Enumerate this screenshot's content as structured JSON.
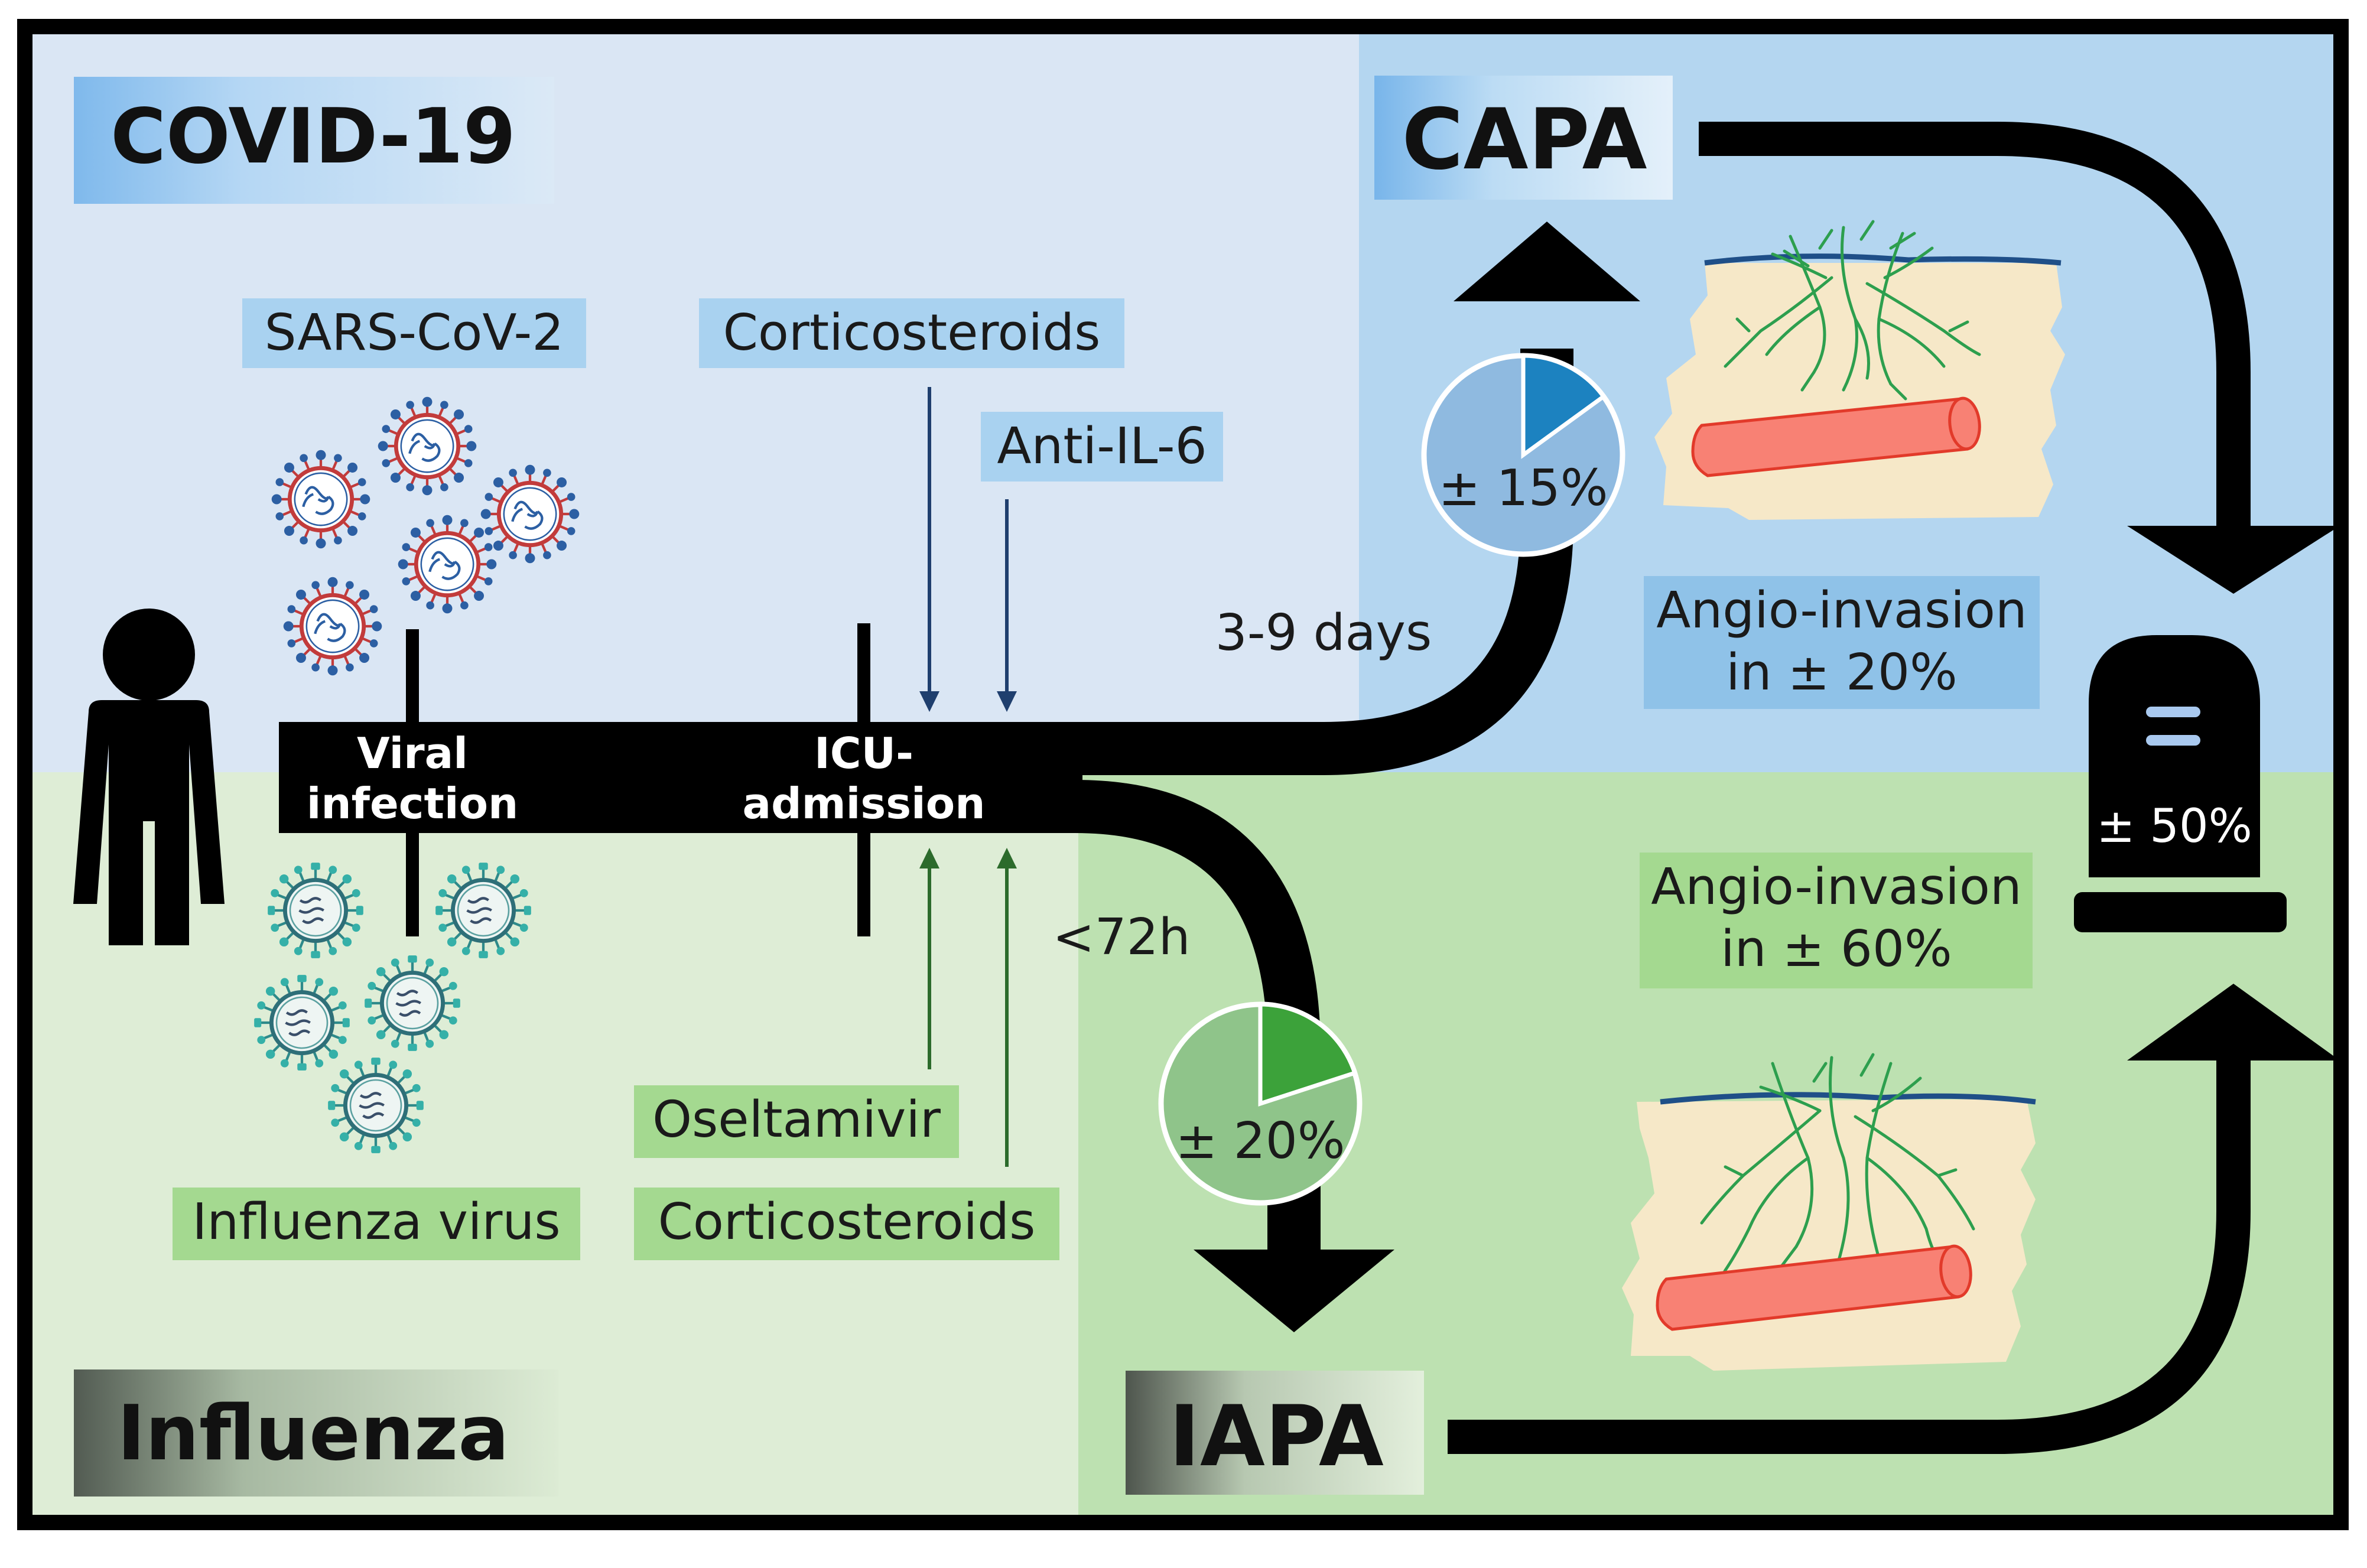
{
  "regions": {
    "covid": {
      "title": "COVID-19"
    },
    "influenza": {
      "title": "Influenza"
    }
  },
  "labels": {
    "sars_cov_2": "SARS-CoV-2",
    "influenza_virus": "Influenza virus",
    "corticosteroids_top": "Corticosteroids",
    "anti_il6": "Anti-IL-6",
    "oseltamivir": "Oseltamivir",
    "corticosteroids_bottom": "Corticosteroids",
    "viral_infection_line1": "Viral",
    "viral_infection_line2": "infection",
    "icu_line1": "ICU-",
    "icu_line2": "admission",
    "time_capa": "3-9 days",
    "time_iapa": "<72h"
  },
  "outcomes": {
    "capa": {
      "title": "CAPA",
      "incidence_label": "± 15%",
      "incidence_fraction": 0.15,
      "angio_line1": "Angio-invasion",
      "angio_line2": "in ± 20%"
    },
    "iapa": {
      "title": "IAPA",
      "incidence_label": "± 20%",
      "incidence_fraction": 0.2,
      "angio_line1": "Angio-invasion",
      "angio_line2": "in ± 60%"
    },
    "mortality": {
      "label": "± 50%"
    }
  },
  "colors": {
    "covid_bg": "#dae6f4",
    "covid_right_bg": "#b4d6f0",
    "flu_bg": "#deedd6",
    "flu_right_bg": "#bde1b1",
    "covid_box": "#a9d2f0",
    "flu_box": "#a4d990",
    "pie_capa": "#8fbae0",
    "pie_capa_slice": "#1c82c0",
    "pie_iapa": "#8fc48a",
    "pie_iapa_slice": "#3ca23a",
    "covid_arrow": "#1f3f6e",
    "flu_arrow": "#2c6b2c"
  },
  "icons": [
    "person-icon",
    "coronavirus-icon",
    "influenza-virus-icon",
    "tombstone-icon",
    "pie-chart-icon",
    "tissue-hyphae-icon",
    "blood-vessel-icon"
  ]
}
